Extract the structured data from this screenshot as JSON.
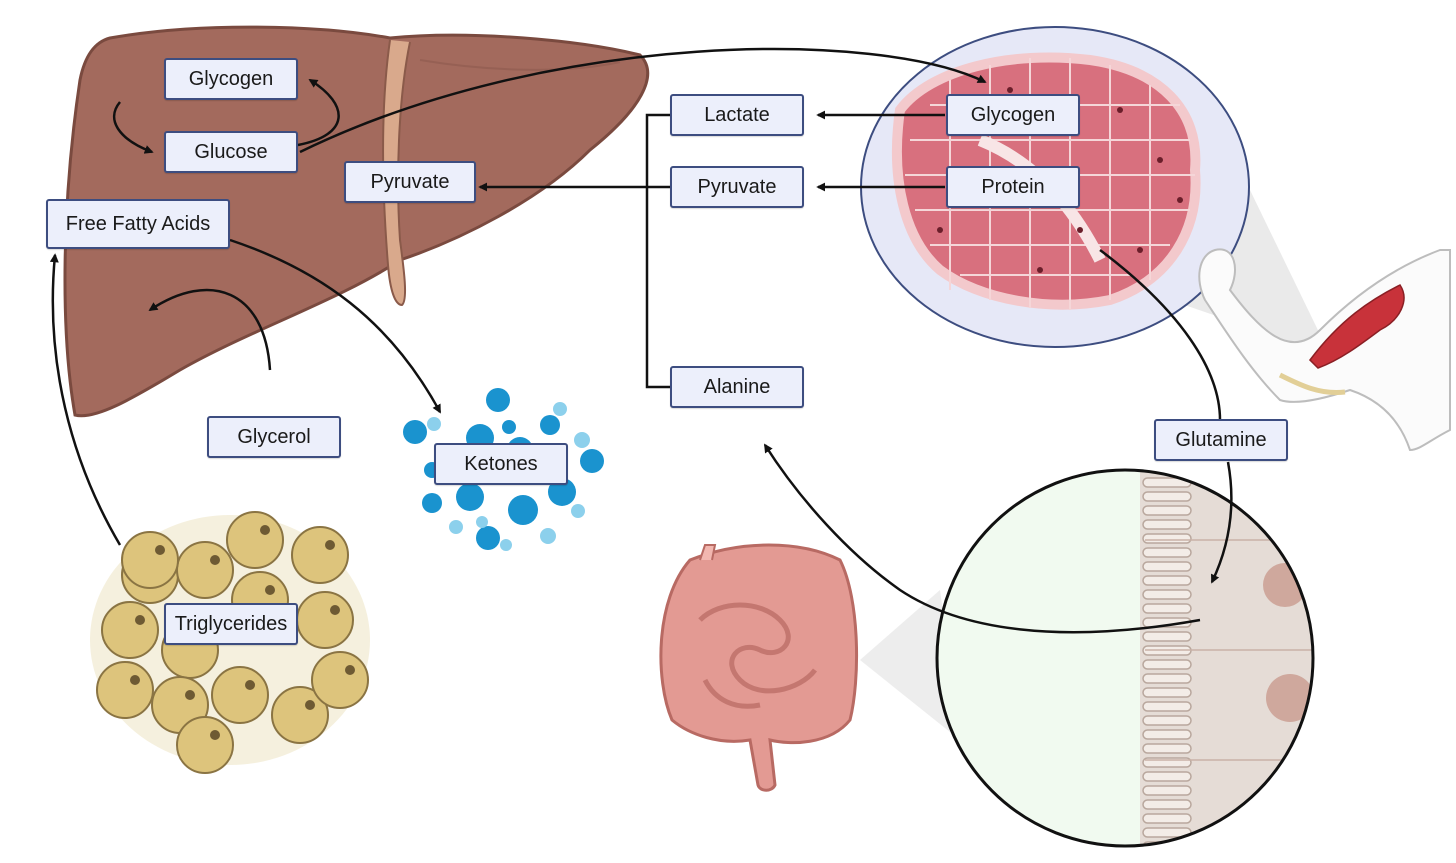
{
  "diagram": {
    "labels": {
      "liver_glycogen": "Glycogen",
      "liver_glucose": "Glucose",
      "liver_pyruvate": "Pyruvate",
      "free_fatty_acids": "Free Fatty Acids",
      "glycerol": "Glycerol",
      "triglycerides": "Triglycerides",
      "ketones": "Ketones",
      "lactate": "Lactate",
      "pyruvate": "Pyruvate",
      "alanine": "Alanine",
      "muscle_glycogen": "Glycogen",
      "muscle_protein": "Protein",
      "glutamine": "Glutamine"
    },
    "colors": {
      "liver": "#a36a5d",
      "liver_outline": "#7a4a3f",
      "muscle_fiber": "#d8707e",
      "muscle_bg": "#e6e8f7",
      "fat_cell": "#ddc47c",
      "ketone": "#1a93cf",
      "intestine": "#e39a93",
      "label_fill": "#eceffb",
      "label_border": "#3d4d80"
    }
  }
}
